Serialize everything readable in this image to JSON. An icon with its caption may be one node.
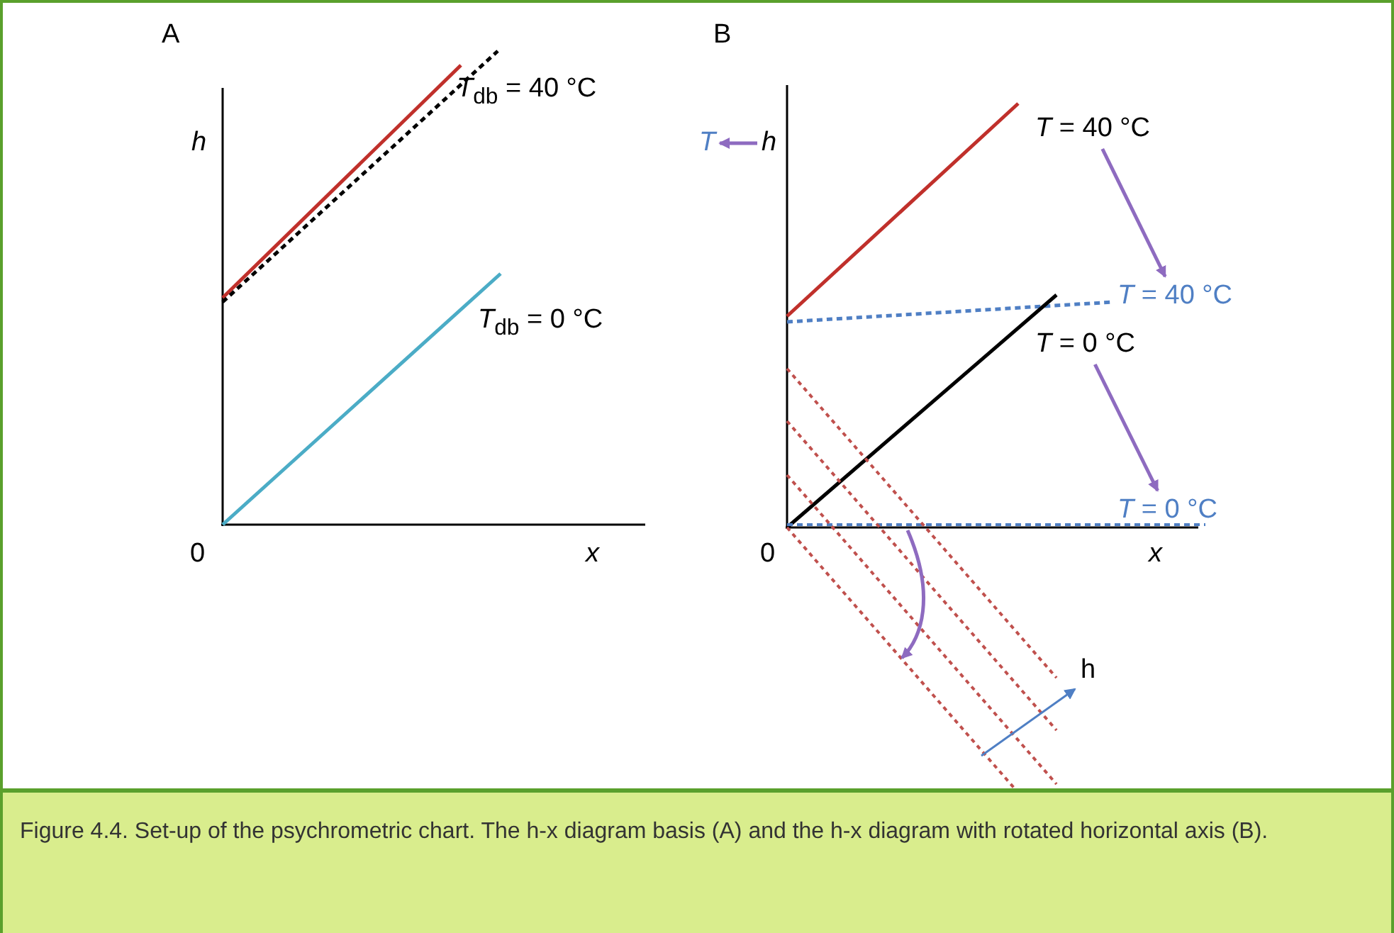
{
  "diagram": {
    "caption": "Figure 4.4. Set-up of the psychrometric chart. The h-x diagram basis (A) and the h-x diagram with rotated horizontal axis (B).",
    "nodes": [
      {
        "text": [
          "T"
        ]
      },
      {
        "text": [
          "h"
        ]
      },
      {
        "text": [
          "*T* = 40 °C"
        ]
      },
      {
        "text": [
          "*T* = 40 °C"
        ]
      },
      {
        "text": [
          "*T* = 0 °C"
        ]
      },
      {
        "text": [
          "*T* = 0 °C"
        ]
      }
    ],
    "edges": [
      {
        "from": 1,
        "to": 0,
        "arrow": "to"
      },
      {
        "from": 2,
        "to": 3,
        "arrow": "to"
      },
      {
        "from": 4,
        "to": 5,
        "arrow": "to"
      }
    ],
    "labels": [
      "A",
      "h",
      "*T*$_{db}$ = 40 °C",
      "*T*$_{db}$ = 0 °C",
      "0",
      "x",
      "B",
      "0",
      "x",
      "h"
    ]
  }
}
